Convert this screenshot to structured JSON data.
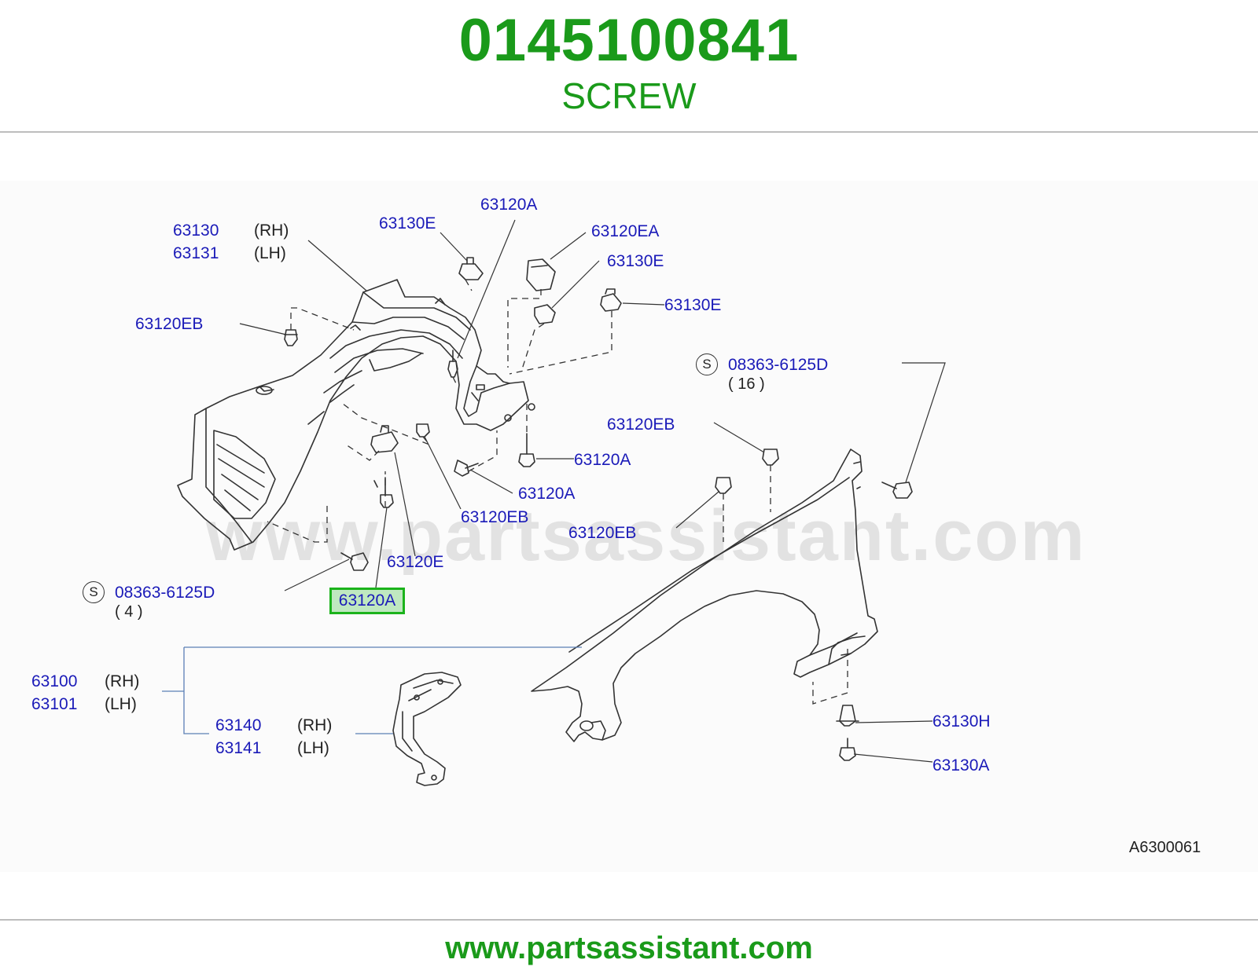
{
  "header": {
    "part_number": "0145100841",
    "part_name": "SCREW"
  },
  "diagram": {
    "watermark": "www.partsassistant.com",
    "drawing_code": "A6300061",
    "callouts": {
      "c63130": "63130",
      "c63130_side": "(RH)",
      "c63131": "63131",
      "c63131_side": "(LH)",
      "c63130E_a": "63130E",
      "c63120A_top": "63120A",
      "c63120EA": "63120EA",
      "c63130E_b": "63130E",
      "c63130E_c": "63130E",
      "c63120EB_left": "63120EB",
      "s08363_right": "08363-6125D",
      "s08363_right_qty": "(   16   )",
      "c63120EB_mid": "63120EB",
      "c63120A_mid": "63120A",
      "c63120A_low": "63120A",
      "c63120EB_low": "63120EB",
      "c63120EB_fender": "63120EB",
      "c63120E": "63120E",
      "s08363_left": "08363-6125D",
      "s08363_left_qty": "(   4   )",
      "c63120A_highlight": "63120A",
      "c63100": "63100",
      "c63100_side": "(RH)",
      "c63101": "63101",
      "c63101_side": "(LH)",
      "c63140": "63140",
      "c63140_side": "(RH)",
      "c63141": "63141",
      "c63141_side": "(LH)",
      "c63130H": "63130H",
      "c63130A": "63130A",
      "s_symbol": "S"
    }
  },
  "footer": {
    "url": "www.partsassistant.com"
  },
  "colors": {
    "brand_green": "#1a9a1a",
    "label_blue": "#1a1ab8",
    "highlight_border": "#1bb31b",
    "highlight_fill": "#bfe8c0"
  }
}
